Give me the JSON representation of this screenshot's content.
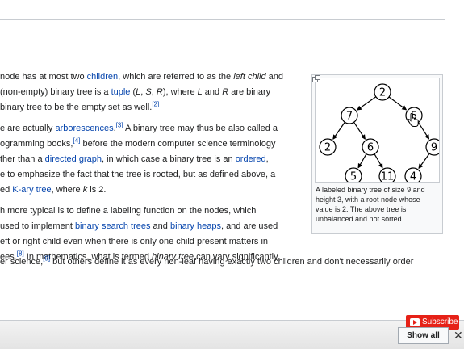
{
  "article": {
    "p1": [
      [
        "node has at most two ",
        {
          "link": "children"
        },
        ", which are referred to as the ",
        {
          "em": "left child"
        },
        " and"
      ],
      [
        "(non-empty) binary tree is a ",
        {
          "link": "tuple"
        },
        " (",
        {
          "em": "L"
        },
        ", ",
        {
          "em": "S"
        },
        ", ",
        {
          "em": "R"
        },
        "), where ",
        {
          "em": "L"
        },
        " and ",
        {
          "em": "R"
        },
        " are binary"
      ],
      [
        "binary tree to be the empty set as well.",
        {
          "sup": "[2]"
        }
      ]
    ],
    "p2": [
      [
        "e are actually ",
        {
          "link": "arborescences"
        },
        ".",
        {
          "sup": "[3]"
        },
        " A binary tree may thus be also called a"
      ],
      [
        "ogramming books,",
        {
          "sup": "[4]"
        },
        " before the modern computer science terminology"
      ],
      [
        "ther than a ",
        {
          "link": "directed graph"
        },
        ", in which case a binary tree is an ",
        {
          "link": "ordered"
        },
        ","
      ],
      [
        "e to emphasize the fact that the tree is rooted, but as defined above, a"
      ],
      [
        "ed ",
        {
          "link": "K-ary tree"
        },
        ", where ",
        {
          "em": "k"
        },
        " is 2."
      ]
    ],
    "p3": [
      [
        "h more typical is to define a labeling function on the nodes, which"
      ],
      [
        "used to implement ",
        {
          "link": "binary search trees"
        },
        " and ",
        {
          "link": "binary heaps"
        },
        ", and are used"
      ],
      [
        "eft or right child even when there is only one child present matters in"
      ],
      [
        "ees.",
        {
          "sup": "[8]"
        },
        " In mathematics, what is termed ",
        {
          "em": "binary tree"
        },
        " can vary significantly"
      ]
    ],
    "last_line": [
      "er science,",
      {
        "sup": "[9]"
      },
      " but others define it as every non-leaf having exactly two children and don't necessarily order"
    ]
  },
  "figure": {
    "nodes": [
      {
        "id": "n2root",
        "label": "2"
      },
      {
        "id": "n7",
        "label": "7"
      },
      {
        "id": "n5top",
        "label": "5"
      },
      {
        "id": "n2leaf",
        "label": "2"
      },
      {
        "id": "n6",
        "label": "6"
      },
      {
        "id": "n9",
        "label": "9"
      },
      {
        "id": "n5bottom",
        "label": "5"
      },
      {
        "id": "n11",
        "label": "11"
      },
      {
        "id": "n4",
        "label": "4"
      }
    ],
    "edges": [
      [
        "n2root",
        "n7"
      ],
      [
        "n2root",
        "n5top"
      ],
      [
        "n7",
        "n2leaf"
      ],
      [
        "n7",
        "n6"
      ],
      [
        "n5top",
        "n9"
      ],
      [
        "n6",
        "n5bottom"
      ],
      [
        "n6",
        "n11"
      ],
      [
        "n9",
        "n4"
      ]
    ],
    "caption": "A labeled binary tree of size 9 and height 3, with a root node whose value is 2. The above tree is unbalanced and not sorted."
  },
  "overlay": {
    "subscribe_label": "Subscribe",
    "show_all_label": "Show all",
    "close_glyph": "✕"
  },
  "icons": {
    "enlarge": "enlarge-icon",
    "cursor": "hand-cursor-icon",
    "youtube": "youtube-play-icon"
  }
}
